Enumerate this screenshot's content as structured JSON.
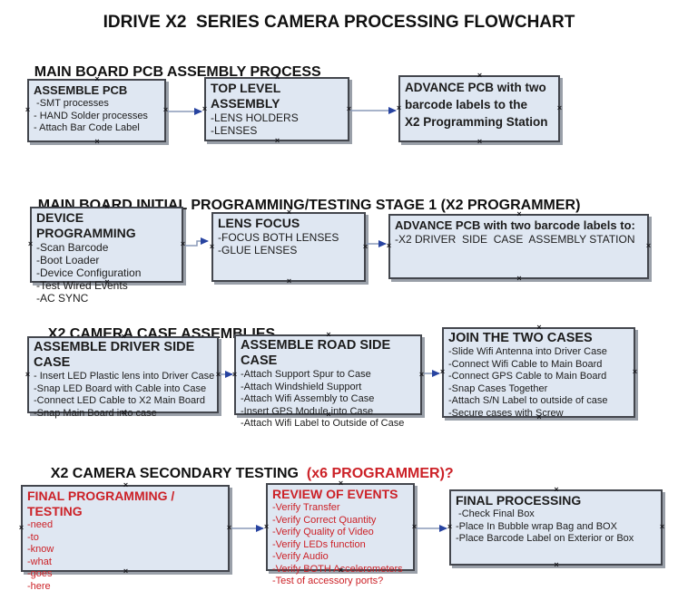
{
  "title": "IDRIVE X2  SERIES CAMERA PROCESSING FLOWCHART",
  "icons": {
    "connection_point": "×"
  },
  "colors": {
    "box_fill": "#dfe7f2",
    "box_border": "#43464d",
    "box_shadow": "#9aa0a9",
    "arrow_line": "#8a9ab8",
    "arrow_head": "#2743a0",
    "red_text": "#cc2127",
    "black_text": "#111111",
    "background": "#ffffff"
  },
  "sections": [
    {
      "heading": "MAIN BOARD PCB ASSEMBLY PROCESS",
      "boxes": [
        {
          "title": "ASSEMBLE PCB",
          "lines": [
            " -SMT processes",
            "- HAND Solder processes",
            "- Attach Bar Code Label"
          ]
        },
        {
          "title": "TOP LEVEL ASSEMBLY",
          "lines": [
            "-LENS HOLDERS",
            "-LENSES"
          ]
        },
        {
          "title": "ADVANCE PCB with two\nbarcode labels to the\n X2 Programming Station",
          "lines": []
        }
      ]
    },
    {
      "heading": "MAIN BOARD INITIAL PROGRAMMING/TESTING STAGE 1 (X2 PROGRAMMER)",
      "boxes": [
        {
          "title": "DEVICE PROGRAMMING",
          "lines": [
            "-Scan Barcode",
            "-Boot Loader",
            "-Device Configuration",
            "-Test Wired Events",
            "-AC SYNC"
          ]
        },
        {
          "title": "LENS FOCUS",
          "lines": [
            "-FOCUS BOTH LENSES",
            "-GLUE LENSES"
          ]
        },
        {
          "title": "ADVANCE PCB with two barcode labels to:",
          "lines": [
            "-X2 DRIVER  SIDE  CASE  ASSEMBLY STATION"
          ]
        }
      ]
    },
    {
      "heading": "X2 CAMERA CASE ASSEMBLIES",
      "boxes": [
        {
          "title": "ASSEMBLE DRIVER SIDE CASE",
          "lines": [
            "- Insert LED Plastic lens into Driver Case",
            "-Snap LED Board with Cable into Case",
            "-Connect LED Cable to X2 Main Board",
            "-Snap Main Board into case"
          ]
        },
        {
          "title": "ASSEMBLE ROAD SIDE CASE",
          "lines": [
            "-Attach Support Spur to Case",
            "-Attach Windshield Support",
            "-Attach Wifi Assembly to Case",
            "-Insert GPS Module into Case",
            "-Attach Wifi Label to Outside of Case"
          ]
        },
        {
          "title": "JOIN THE TWO CASES",
          "lines": [
            "-Slide Wifi Antenna into Driver Case",
            "-Connect Wifi Cable to Main Board",
            "-Connect GPS Cable to Main Board",
            "-Snap Cases Together",
            "-Attach S/N Label to outside of case",
            "-Secure cases with Screw"
          ]
        }
      ]
    },
    {
      "heading": "X2 CAMERA SECONDARY TESTING  ",
      "heading_red": "(x6 PROGRAMMER)?",
      "boxes": [
        {
          "title": "FINAL PROGRAMMING / TESTING",
          "lines": [
            "-need",
            "-to",
            "-know",
            "-what",
            "-goes",
            "-here"
          ]
        },
        {
          "title": "REVIEW OF EVENTS",
          "lines": [
            "-Verify Transfer",
            "-Verify Correct Quantity",
            "-Verify Quality of Video",
            "-Verify LEDs function",
            "-Verify Audio",
            "-Verify BOTH Accelerometers",
            "-Test of accessory ports?"
          ]
        },
        {
          "title": "FINAL PROCESSING",
          "lines": [
            " -Check Final Box",
            "-Place In Bubble wrap Bag and BOX",
            "-Place Barcode Label on Exterior or Box"
          ]
        }
      ]
    }
  ]
}
